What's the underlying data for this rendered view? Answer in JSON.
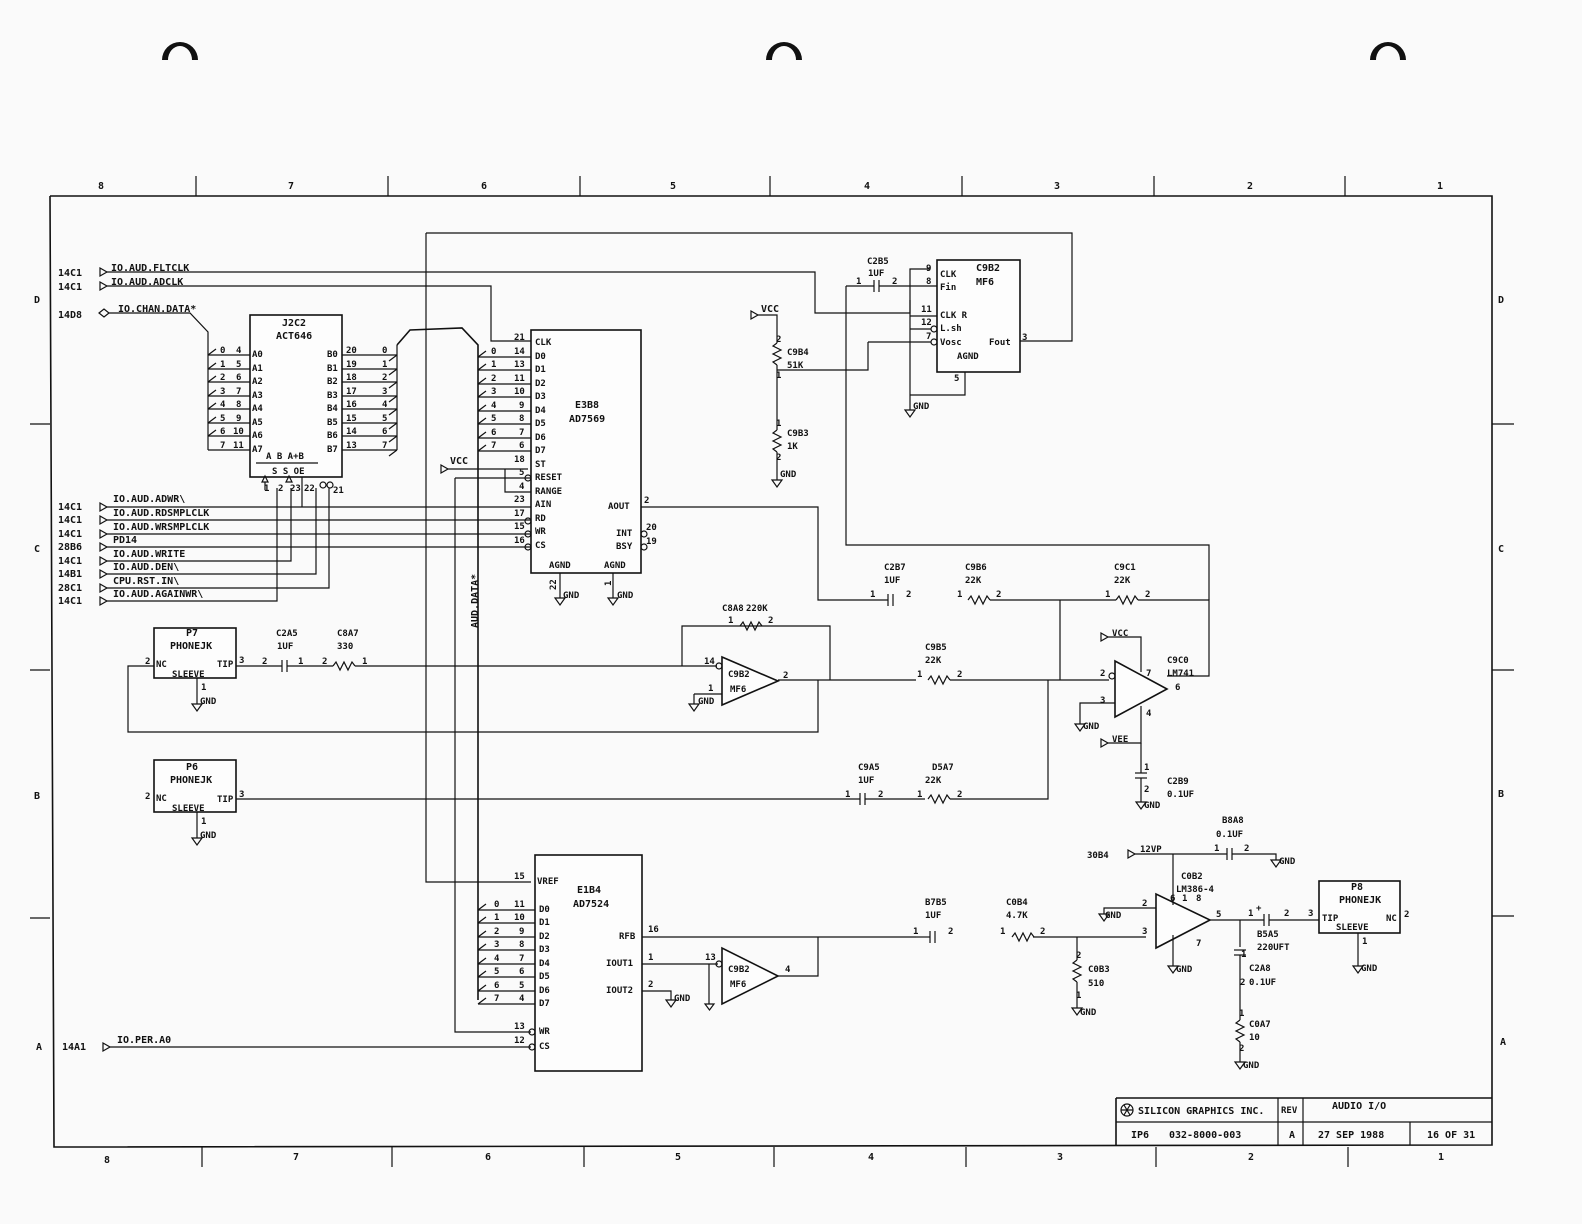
{
  "zones_top": [
    "8",
    "7",
    "6",
    "5",
    "4",
    "3",
    "2",
    "1"
  ],
  "zones_bottom": [
    "8",
    "7",
    "6",
    "5",
    "4",
    "3",
    "2",
    "1"
  ],
  "zones_side": [
    "D",
    "C",
    "B",
    "A"
  ],
  "title_block": {
    "company": "SILICON GRAPHICS INC.",
    "rev_label": "REV",
    "title": "AUDIO I/O",
    "board": "IP6",
    "part_no": "032-8000-003",
    "rev": "A",
    "date": "27 SEP 1988",
    "sheet": "16 OF 31"
  },
  "ports": [
    {
      "ref": "14C1",
      "name": "IO.AUD.FLTCLK"
    },
    {
      "ref": "14C1",
      "name": "IO.AUD.ADCLK"
    },
    {
      "ref": "14D8",
      "name": "IO.CHAN.DATA*"
    },
    {
      "ref": "14C1",
      "name": "IO.AUD.ADWR\\"
    },
    {
      "ref": "14C1",
      "name": "IO.AUD.RDSMPLCLK"
    },
    {
      "ref": "14C1",
      "name": "IO.AUD.WRSMPLCLK"
    },
    {
      "ref": "28B6",
      "name": "PD14"
    },
    {
      "ref": "14C1",
      "name": "IO.AUD.WRITE"
    },
    {
      "ref": "14B1",
      "name": "IO.AUD.DEN\\"
    },
    {
      "ref": "28C1",
      "name": "CPU.RST.IN\\"
    },
    {
      "ref": "14C1",
      "name": "IO.AUD.AGAINWR\\"
    },
    {
      "ref": "14A1",
      "name": "IO.PER.A0"
    },
    {
      "ref": "30B4",
      "name": "12VP"
    }
  ],
  "bus_label": "AUD.DATA*",
  "components": {
    "j2c2": {
      "ref": "J2C2",
      "type": "ACT646",
      "a_pins": [
        "A0",
        "A1",
        "A2",
        "A3",
        "A4",
        "A5",
        "A6",
        "A7"
      ],
      "b_pins": [
        "B0",
        "B1",
        "B2",
        "B3",
        "B4",
        "B5",
        "B6",
        "B7"
      ],
      "a_nums": [
        "4",
        "5",
        "6",
        "7",
        "8",
        "9",
        "10",
        "11"
      ],
      "b_nums": [
        "20",
        "19",
        "18",
        "17",
        "16",
        "15",
        "14",
        "13"
      ],
      "bits": [
        "0",
        "1",
        "2",
        "3",
        "4",
        "5",
        "6",
        "7"
      ],
      "ctrl": "A  B  A+B",
      "ctrl2": "S  S  OE",
      "ctrl_nums": [
        "1",
        "2",
        "23",
        "22",
        "21"
      ]
    },
    "e3b8": {
      "ref": "E3B8",
      "type": "AD7569",
      "pins_l": [
        "CLK",
        "D0",
        "D1",
        "D2",
        "D3",
        "D4",
        "D5",
        "D6",
        "D7",
        "ST",
        "RESET",
        "RANGE",
        "AIN",
        "RD",
        "WR",
        "CS"
      ],
      "nums_l": [
        "21",
        "14",
        "13",
        "11",
        "10",
        "9",
        "8",
        "7",
        "6",
        "18",
        "5",
        "4",
        "23",
        "17",
        "15",
        "16"
      ],
      "bits": [
        "0",
        "1",
        "2",
        "3",
        "4",
        "5",
        "6",
        "7"
      ],
      "aout": "AOUT",
      "aout_num": "2",
      "int": "INT",
      "int_num": "20",
      "bsy": "BSY",
      "bsy_num": "19",
      "agnd": "AGND",
      "agnd_num": "22",
      "gnd": "GND",
      "gnd_num": "1"
    },
    "e1b4": {
      "ref": "E1B4",
      "type": "AD7524",
      "vref": "VREF",
      "vref_num": "15",
      "pins_d": [
        "D0",
        "D1",
        "D2",
        "D3",
        "D4",
        "D5",
        "D6",
        "D7"
      ],
      "nums_d": [
        "11",
        "10",
        "9",
        "8",
        "7",
        "6",
        "5",
        "4"
      ],
      "bits": [
        "0",
        "1",
        "2",
        "3",
        "4",
        "5",
        "6",
        "7"
      ],
      "wr": "WR",
      "wr_num": "13",
      "cs": "CS",
      "cs_num": "12",
      "rfb": "RFB",
      "rfb_num": "16",
      "iout1": "IOUT1",
      "iout1_num": "1",
      "iout2": "IOUT2",
      "iout2_num": "2"
    },
    "c9b2_top": {
      "ref": "C9B2",
      "type": "MF6",
      "pins_l": [
        "CLK",
        "Fin",
        "CLK R",
        "L.sh",
        "Vosc"
      ],
      "nums_l": [
        "9",
        "8",
        "11",
        "12",
        "7"
      ],
      "fout": "Fout",
      "fout_num": "3",
      "agnd": "AGND",
      "agnd_num": "5"
    },
    "c9b2_a": {
      "ref": "C9B2",
      "type": "MF6",
      "in": "14",
      "in2": "1",
      "out": "2"
    },
    "c9b2_b": {
      "ref": "C9B2",
      "type": "MF6",
      "in": "13",
      "out": "4"
    },
    "c9c0": {
      "ref": "C9C0",
      "type": "LM741",
      "p2": "2",
      "p3": "3",
      "p4": "4",
      "p6": "6",
      "p7": "7"
    },
    "c0b2": {
      "ref": "C0B2",
      "type": "LM386-4",
      "p2": "2",
      "p3": "3",
      "p5": "5",
      "p6": "6",
      "p1": "1",
      "p8": "8",
      "p7": "7"
    },
    "p7": {
      "ref": "P7",
      "type": "PHONEJK",
      "nc": "NC",
      "tip": "TIP",
      "sleeve": "SLEEVE",
      "n2": "2",
      "n3": "3",
      "n1": "1"
    },
    "p6": {
      "ref": "P6",
      "type": "PHONEJK",
      "nc": "NC",
      "tip": "TIP",
      "sleeve": "SLEEVE",
      "n2": "2",
      "n3": "3",
      "n1": "1"
    },
    "p8": {
      "ref": "P8",
      "type": "PHONEJK",
      "nc": "NC",
      "tip": "TIP",
      "sleeve": "SLEEVE",
      "n2": "2",
      "n3": "3",
      "n1": "1"
    }
  },
  "passives": {
    "c2b5": {
      "ref": "C2B5",
      "val": "1UF"
    },
    "c9b4": {
      "ref": "C9B4",
      "val": "51K"
    },
    "c9b3": {
      "ref": "C9B3",
      "val": "1K"
    },
    "c2b7": {
      "ref": "C2B7",
      "val": "1UF"
    },
    "c9b6": {
      "ref": "C9B6",
      "val": "22K"
    },
    "c9c1": {
      "ref": "C9C1",
      "val": "22K"
    },
    "c8a8": {
      "ref": "C8A8",
      "val": "220K"
    },
    "c2a5": {
      "ref": "C2A5",
      "val": "1UF"
    },
    "c8a7": {
      "ref": "C8A7",
      "val": "330"
    },
    "c9b5": {
      "ref": "C9B5",
      "val": "22K"
    },
    "c9a5": {
      "ref": "C9A5",
      "val": "1UF"
    },
    "d5a7": {
      "ref": "D5A7",
      "val": "22K"
    },
    "c2b9": {
      "ref": "C2B9",
      "val": "0.1UF"
    },
    "b8a8": {
      "ref": "B8A8",
      "val": "0.1UF"
    },
    "b7b5": {
      "ref": "B7B5",
      "val": "1UF"
    },
    "c0b4": {
      "ref": "C0B4",
      "val": "4.7K"
    },
    "c0b3": {
      "ref": "C0B3",
      "val": "510"
    },
    "b5a5": {
      "ref": "B5A5",
      "val": "220UFT"
    },
    "c2a8": {
      "ref": "C2A8",
      "val": "0.1UF"
    },
    "c0a7": {
      "ref": "C0A7",
      "val": "10"
    }
  },
  "power": {
    "vcc": "VCC",
    "vee": "VEE",
    "gnd": "GND",
    "v12": "12VP"
  },
  "pin_nums": {
    "one": "1",
    "two": "2",
    "plus": "+"
  }
}
